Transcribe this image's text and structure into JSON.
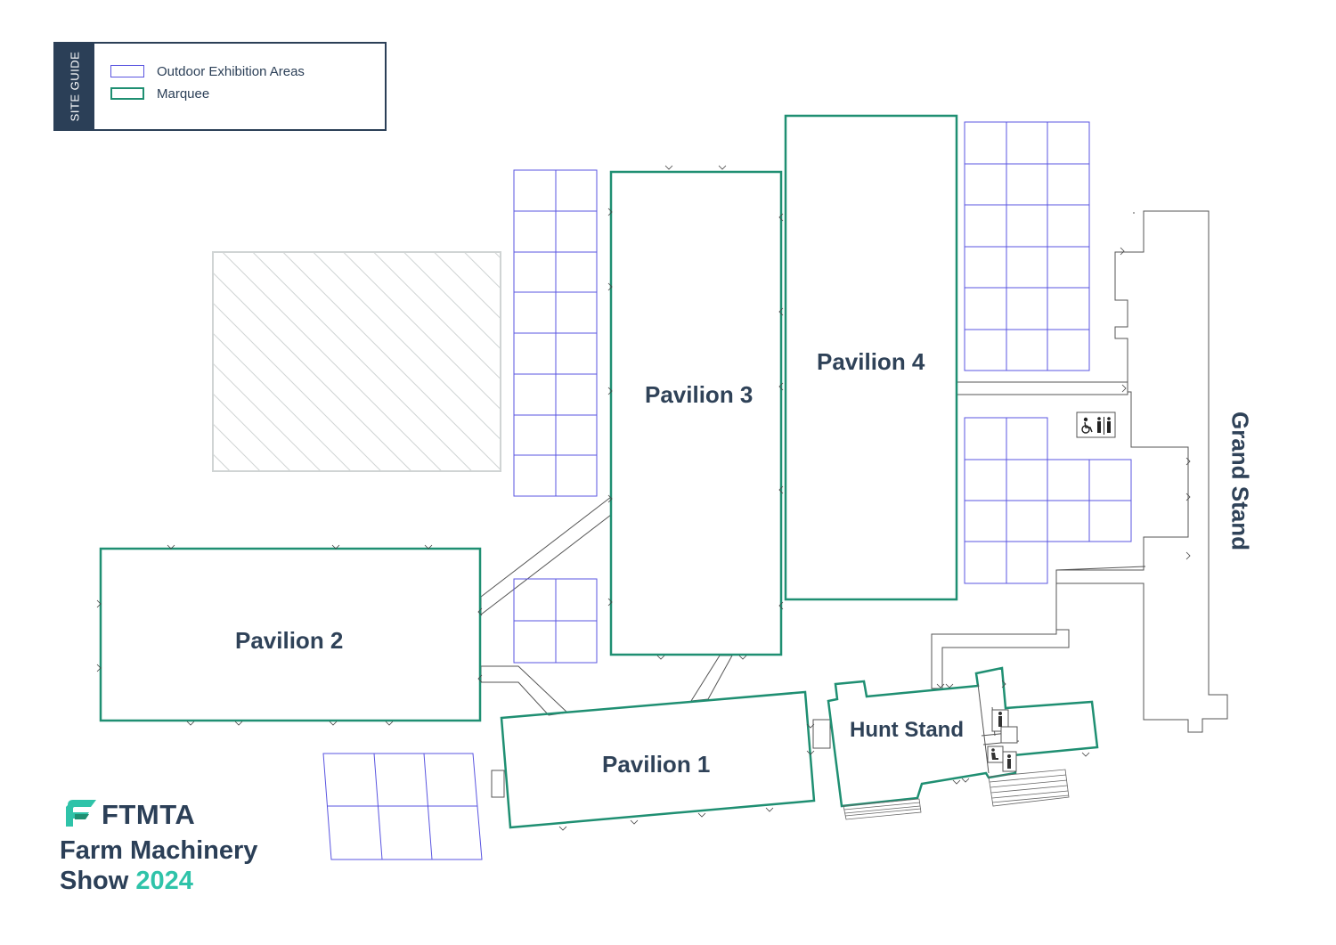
{
  "legend": {
    "tab_label": "SITE GUIDE",
    "outdoor_label": "Outdoor Exhibition Areas",
    "marquee_label": "Marquee"
  },
  "venues": {
    "pavilion_1": "Pavilion 1",
    "pavilion_2": "Pavilion 2",
    "pavilion_3": "Pavilion 3",
    "pavilion_4": "Pavilion 4",
    "hunt_stand": "Hunt Stand",
    "grand_stand": "Grand Stand"
  },
  "branding": {
    "org": "FTMTA",
    "show_line1": "Farm Machinery",
    "show_line2": "Show",
    "year": "2024"
  },
  "colors": {
    "marquee": "#1f8f72",
    "outdoor": "#5a55e0",
    "text": "#2b3f57",
    "accent": "#2fc3a9",
    "structure": "#555555",
    "hatch": "#cfd3d3"
  },
  "icons": [
    "accessible-toilet-icon",
    "toilets-icon",
    "logo-icon"
  ]
}
